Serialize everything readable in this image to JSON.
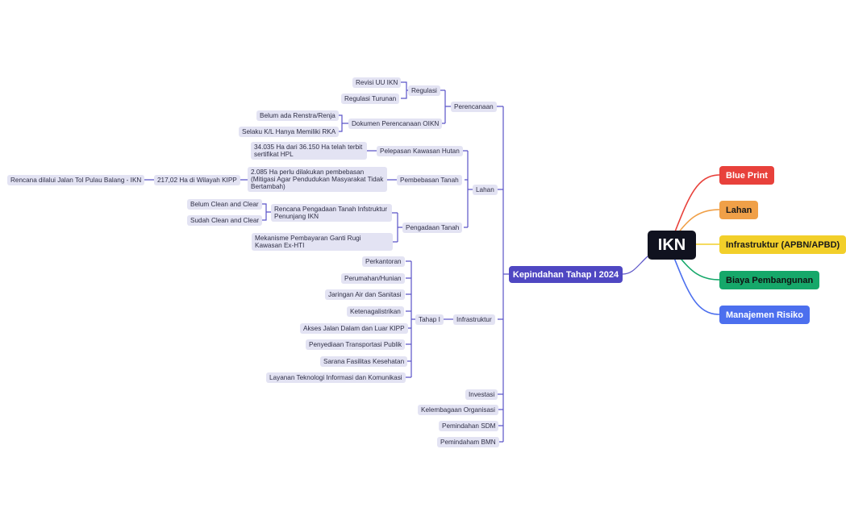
{
  "root": {
    "label": "IKN"
  },
  "right_branches": [
    {
      "label": "Blue Print",
      "color": "#e8413b"
    },
    {
      "label": "Lahan",
      "color": "#f0a048"
    },
    {
      "label": "Infrastruktur (APBN/APBD)",
      "color": "#f2cf2a"
    },
    {
      "label": "Biaya Pembangunan",
      "color": "#16a86a"
    },
    {
      "label": "Manajemen Risiko",
      "color": "#4c6fee"
    }
  ],
  "main_topic": {
    "label": "Kepindahan Tahap I 2024"
  },
  "perencanaan": {
    "label": "Perencanaan",
    "regulasi": {
      "label": "Regulasi",
      "items": [
        "Revisi UU IKN",
        "Regulasi Turunan"
      ]
    },
    "dokumen": {
      "label": "Dokumen Perencanaan OIKN",
      "items": [
        "Belum ada Renstra/Renja",
        "Selaku K/L Hanya Memiliki RKA"
      ]
    }
  },
  "lahan": {
    "label": "Lahan",
    "pelepasan": {
      "label": "Pelepasan Kawasan Hutan",
      "detail": "34.035 Ha dari 36.150 Ha telah terbit sertifikat HPL"
    },
    "pembebasan": {
      "label": "Pembebasan Tanah",
      "detail": "2.085  Ha perlu dilakukan pembebasan (Mitigasi Agar Pendudukan Masyarakat Tidak Bertambah)",
      "sub": "217,02 Ha di Wilayah KIPP",
      "subsub": "Rencana dilalui Jalan Tol Pulau Balang - IKN"
    },
    "pengadaan": {
      "label": "Pengadaan Tanah",
      "rencana": "Rencana Pengadaan Tanah Infstruktur Penunjang IKN",
      "rencana_items": [
        "Belum Clean and Clear",
        "Sudah Clean and Clear"
      ],
      "mekanisme": "Mekanisme Pembayaran Ganti Rugi Kawasan Ex-HTI"
    }
  },
  "infrastruktur": {
    "label": "Infrastruktur",
    "tahap": {
      "label": "Tahap I",
      "items": [
        "Perkantoran",
        "Perumahan/Hunian",
        "Jaringan Air dan Sanitasi",
        "Ketenagalistrikan",
        "Akses Jalan Dalam dan Luar KIPP",
        "Penyediaan Transportasi Publik",
        "Sarana Fasilitas Kesehatan",
        "Layanan Teknologi Informasi dan Komunikasi"
      ]
    }
  },
  "others": [
    "Investasi",
    "Kelembagaan Organisasi",
    "Pemindahan SDM",
    "Pemindaham BMN"
  ]
}
